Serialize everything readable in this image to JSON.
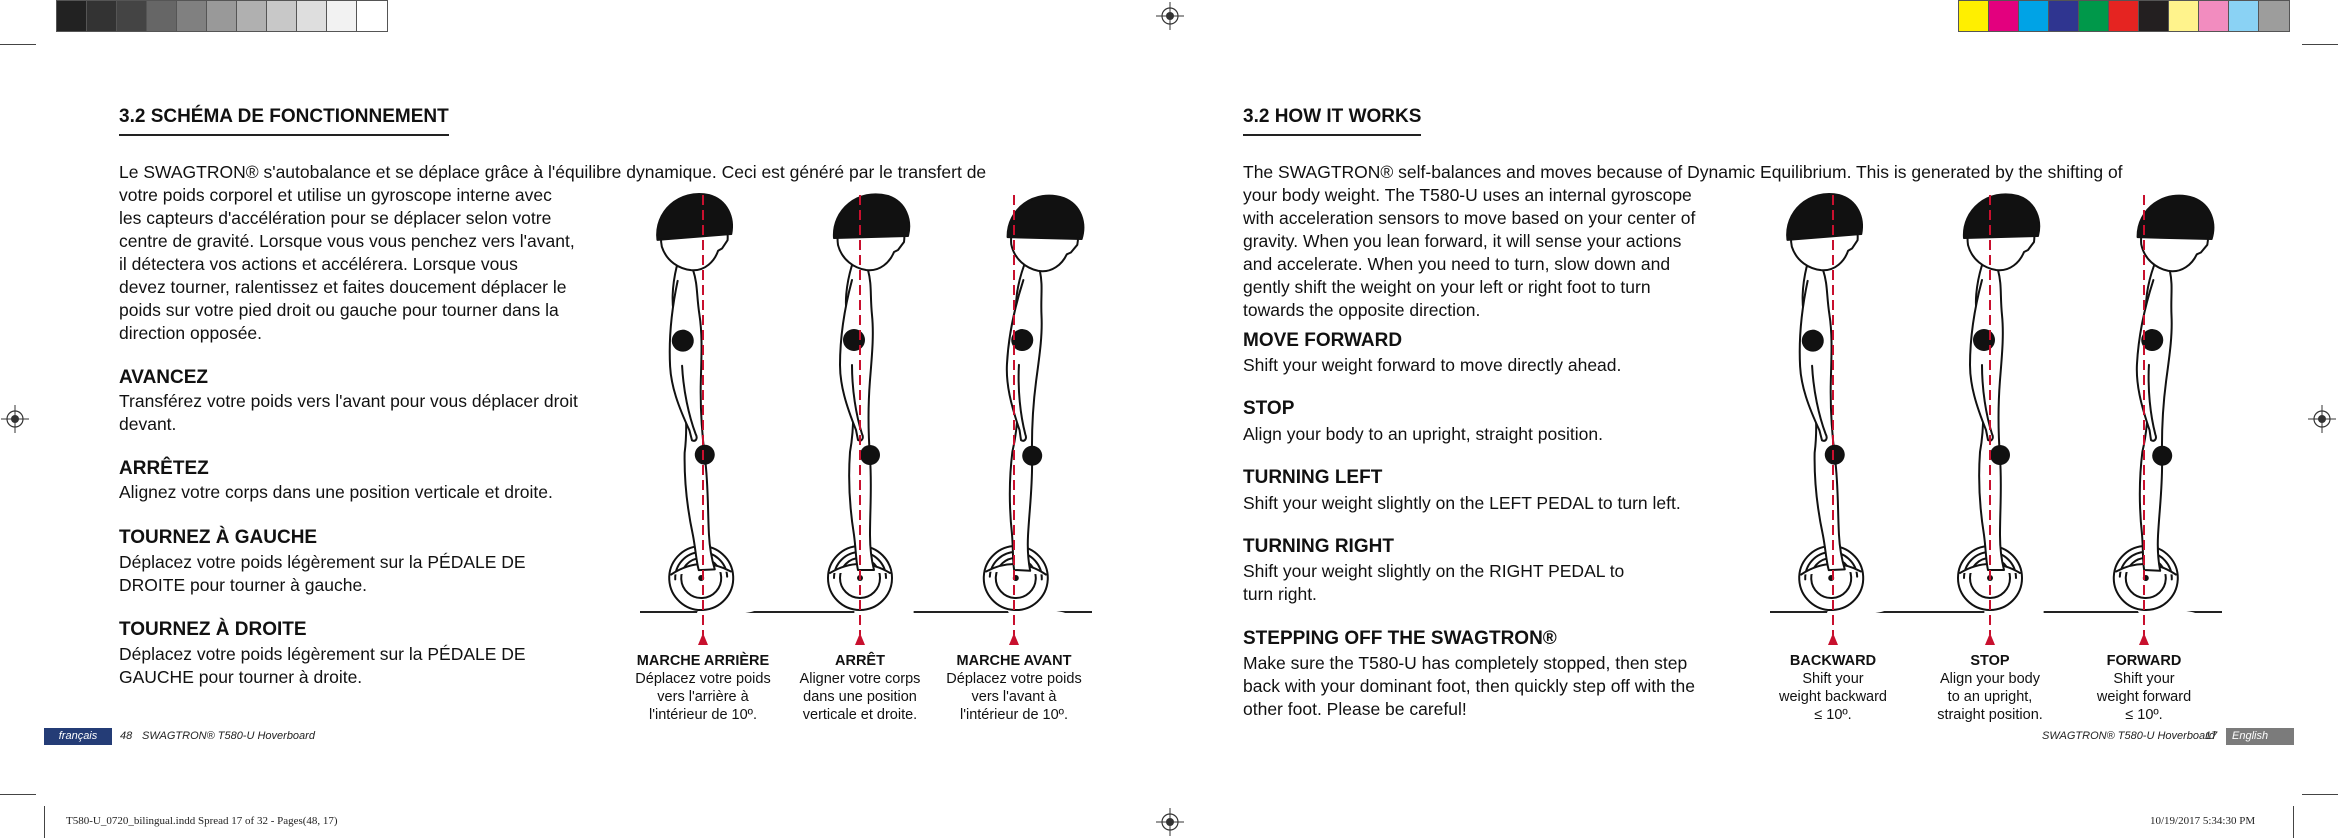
{
  "colors": {
    "grays": [
      "#222222",
      "#333333",
      "#444444",
      "#666666",
      "#808080",
      "#999999",
      "#b0b0b0",
      "#c8c8c8",
      "#dedede",
      "#f2f2f2",
      "#ffffff"
    ],
    "process": [
      "#ffef00",
      "#e3007e",
      "#00a3e6",
      "#2f3590",
      "#00984a",
      "#e52421",
      "#231f20",
      "#fff38c",
      "#f28cbf",
      "#8ad2f4",
      "#9d9d9c"
    ],
    "footer_tab": "#243c76",
    "footer_tab_right": "#7b7b7b",
    "axis_line": "#c8102e"
  },
  "french": {
    "title": "3.2 SCHÉMA DE FONCTIONNEMENT",
    "intro_first": "Le SWAGTRON® s'autobalance et se déplace grâce à l'équilibre dynamique. Ceci est généré par le transfert de",
    "intro_lines": [
      "votre poids corporel et utilise un gyroscope interne avec",
      "les capteurs d'accélération pour se déplacer selon votre",
      "centre de gravité. Lorsque vous vous penchez vers l'avant,",
      "il détectera vos actions et accélérera. Lorsque vous",
      "devez tourner, ralentissez et faites doucement déplacer le",
      "poids sur votre pied droit ou gauche pour tourner dans la",
      "direction opposée."
    ],
    "sections": [
      {
        "heading": "AVANCEZ",
        "lines": [
          "Transférez votre poids vers l'avant pour vous déplacer droit",
          "devant."
        ]
      },
      {
        "heading": "ARRÊTEZ",
        "lines": [
          "Alignez votre corps dans une position verticale et droite."
        ]
      },
      {
        "heading": "TOURNEZ À GAUCHE",
        "lines": [
          "Déplacez votre poids légèrement sur la PÉDALE DE",
          "DROITE pour tourner à gauche."
        ]
      },
      {
        "heading": "TOURNEZ À DROITE",
        "lines": [
          "Déplacez votre poids légèrement sur la PÉDALE DE",
          "GAUCHE pour tourner à droite."
        ]
      }
    ],
    "captions": [
      {
        "title": "MARCHE ARRIÈRE",
        "lines": [
          "Déplacez votre poids",
          "vers l'arrière à",
          "l'intérieur de 10º."
        ]
      },
      {
        "title": "ARRÊT",
        "lines": [
          "Aligner votre corps",
          "dans une position",
          "verticale et droite."
        ]
      },
      {
        "title": "MARCHE AVANT",
        "lines": [
          "Déplacez votre poids",
          "vers l'avant à",
          "l'intérieur de 10º."
        ]
      }
    ],
    "footer_lang": "français",
    "footer_page": "48",
    "footer_product": "SWAGTRON® T580-U Hoverboard"
  },
  "english": {
    "title": "3.2  HOW IT WORKS",
    "intro_first": "The SWAGTRON® self-balances and moves because of Dynamic Equilibrium. This is generated by the shifting of",
    "intro_lines": [
      "your body weight. The T580-U uses an internal gyroscope",
      "with acceleration sensors to move based on your center of",
      "gravity. When you lean forward, it will sense your actions",
      "and accelerate. When you need to turn, slow down and",
      "gently shift the weight on your left or right foot to turn",
      "towards the opposite direction."
    ],
    "sections": [
      {
        "heading": "MOVE FORWARD",
        "lines": [
          "Shift your weight forward to move directly ahead."
        ]
      },
      {
        "heading": "STOP",
        "lines": [
          "Align your body to an upright, straight position."
        ]
      },
      {
        "heading": "TURNING LEFT",
        "lines": [
          "Shift your weight slightly on the LEFT PEDAL to turn left."
        ]
      },
      {
        "heading": "TURNING RIGHT",
        "lines": [
          "Shift your weight slightly on the RIGHT PEDAL to",
          "turn right."
        ]
      },
      {
        "heading": "STEPPING OFF THE SWAGTRON®",
        "lines": [
          "Make sure the T580-U has completely stopped, then step",
          "back with your dominant foot, then quickly step off with the",
          "other foot. Please be careful!"
        ]
      }
    ],
    "captions": [
      {
        "title": "BACKWARD",
        "lines": [
          "Shift your",
          "weight backward",
          "≤ 10º."
        ]
      },
      {
        "title": "STOP",
        "lines": [
          "Align your body",
          "to an upright,",
          "straight position."
        ]
      },
      {
        "title": "FORWARD",
        "lines": [
          "Shift your",
          "weight forward",
          "≤ 10º."
        ]
      }
    ],
    "footer_lang": "English",
    "footer_page": "17",
    "footer_product": "SWAGTRON® T580-U Hoverboard"
  },
  "slug": {
    "file": "T580-U_0720_bilingual.indd   Spread 17 of 32 - Pages(48, 17)",
    "timestamp": "10/19/2017   5:34:30 PM"
  }
}
